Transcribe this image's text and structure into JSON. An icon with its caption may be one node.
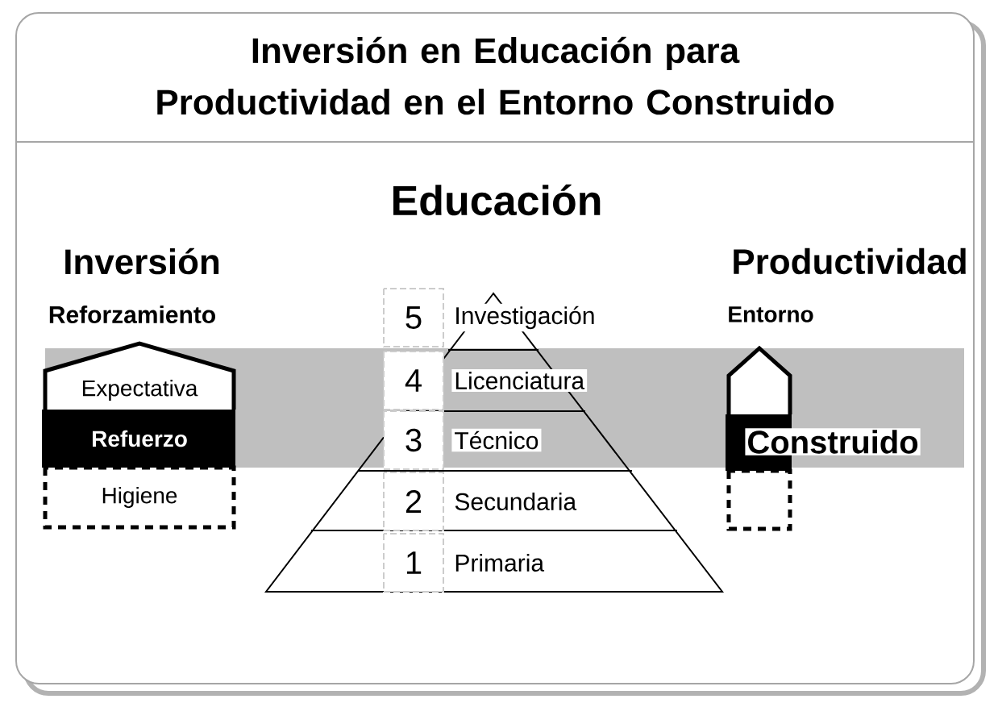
{
  "diagram": {
    "title": "Inversión en Educación para Productividad en el Entorno Construido",
    "nodes": [
      {
        "text": [
          "Expectativa"
        ]
      },
      {
        "text": [
          "Refuerzo"
        ]
      },
      {
        "text": [
          "Higiene"
        ]
      },
      {
        "text": [
          "5",
          "Investigación"
        ]
      },
      {
        "text": [
          "4",
          "Licenciatura"
        ]
      },
      {
        "text": [
          "3",
          "Técnico"
        ]
      },
      {
        "text": [
          "2",
          "Secundaria"
        ]
      },
      {
        "text": [
          "1",
          "Primaria"
        ]
      },
      {
        "text": [],
        "shape": "box"
      },
      {
        "text": [],
        "shape": "box"
      },
      {
        "text": [],
        "shape": "box"
      }
    ],
    "edges": [],
    "labels": [
      "Educación",
      "Inversión",
      "Productividad",
      "Reforzamiento",
      "Entorno",
      "Construido"
    ]
  }
}
